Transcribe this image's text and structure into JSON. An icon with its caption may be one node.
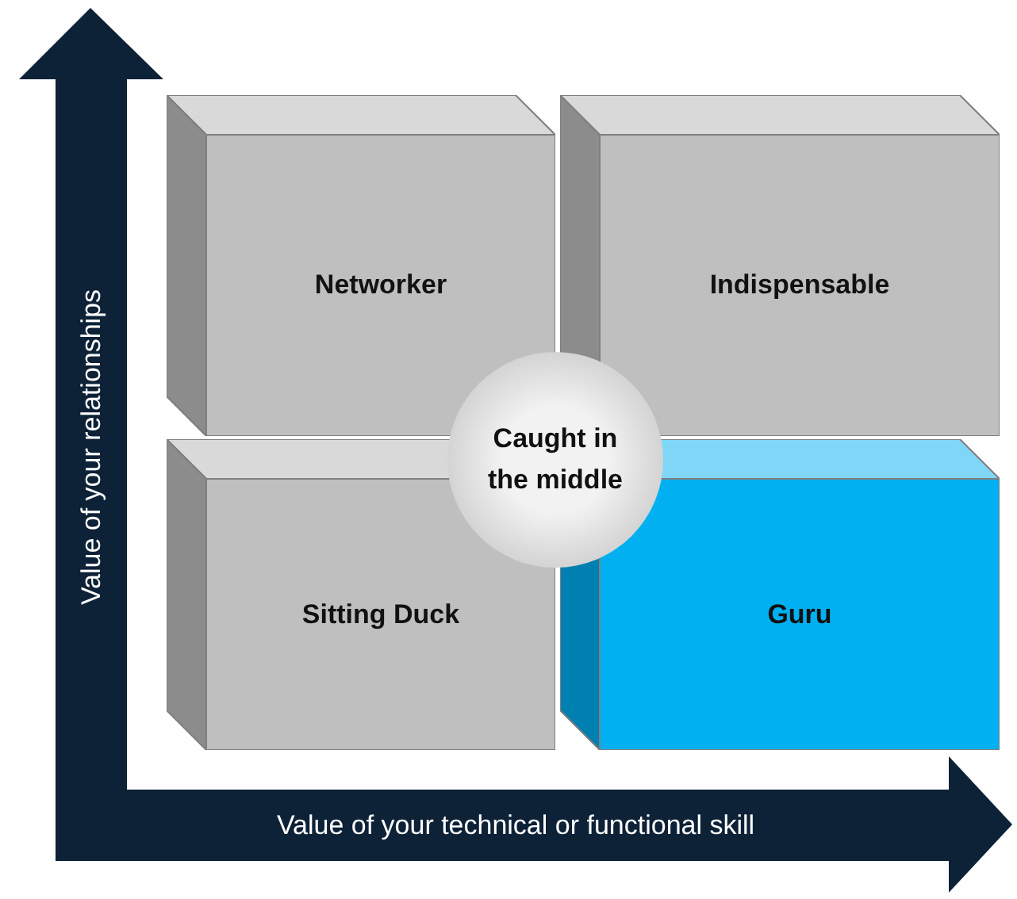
{
  "diagram": {
    "nodes": [
      {
        "text": [
          "Networker"
        ]
      },
      {
        "text": [
          "Indispensable"
        ]
      },
      {
        "text": [
          "Sitting Duck"
        ]
      },
      {
        "text": [
          "Guru"
        ]
      },
      {
        "text": [
          "Caught in the middle"
        ]
      }
    ],
    "labels": [
      "Value of your relationships",
      "Value of your technical or functional skill"
    ]
  }
}
